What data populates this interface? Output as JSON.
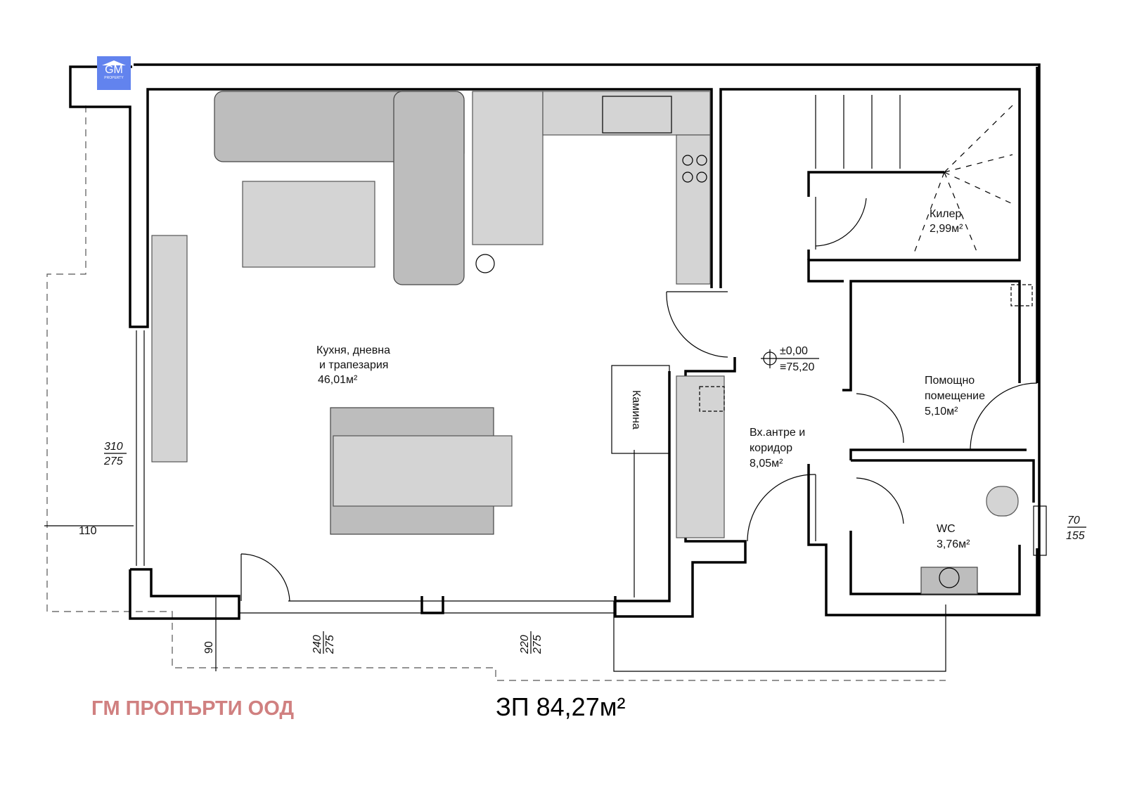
{
  "logo": {
    "main": "GM",
    "sub": "PROPERTY"
  },
  "rooms": {
    "kitchen": {
      "line1": "Кухня, дневна",
      "line2": "и трапезария",
      "area": "46,01м²"
    },
    "pantry": {
      "name": "Килер",
      "area": "2,99м²"
    },
    "utility": {
      "line1": "Помощно",
      "line2": "помещение",
      "area": "5,10м²"
    },
    "hall": {
      "line1": "Вх.антре и",
      "line2": "коридор",
      "area": "8,05м²"
    },
    "wc": {
      "name": "WC",
      "area": "3,76м²"
    },
    "fireplace": "Камина"
  },
  "level": {
    "relative": "±0,00",
    "absolute": "≡75,20"
  },
  "dimensions": {
    "window_left": {
      "top": "310",
      "bottom": "275"
    },
    "overhang": "110",
    "door_front": {
      "top": "240",
      "bottom": "275"
    },
    "window_front": {
      "top": "220",
      "bottom": "275"
    },
    "step": "90",
    "window_wc": {
      "top": "70",
      "bottom": "155"
    }
  },
  "footer": {
    "company": "ГМ ПРОПЪРТИ ООД",
    "built_area": "ЗП 84,27м²"
  }
}
